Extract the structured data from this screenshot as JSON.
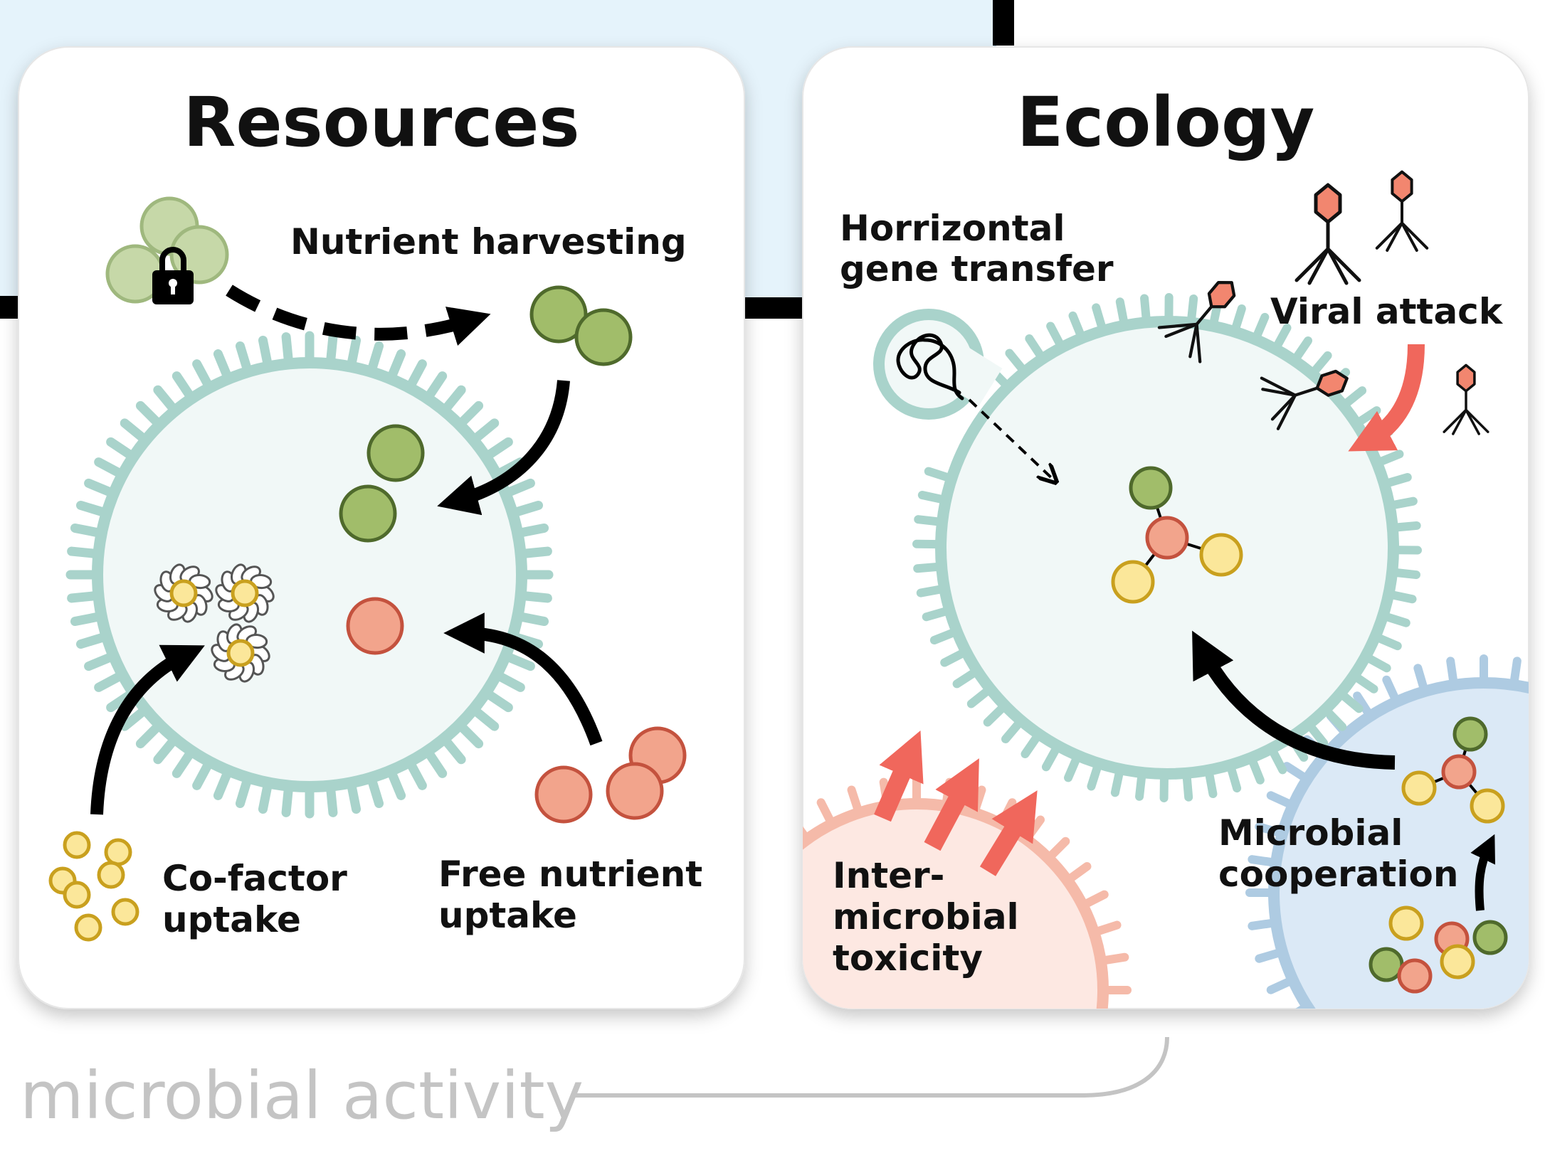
{
  "panels": {
    "resources": {
      "title": "Resources",
      "labels": {
        "nutrient_harvesting": "Nutrient harvesting",
        "cofactor": [
          "Co-factor",
          "uptake"
        ],
        "free_nutrient": [
          "Free nutrient",
          "uptake"
        ]
      }
    },
    "ecology": {
      "title": "Ecology",
      "labels": {
        "hgt": [
          "Horrizontal",
          "gene transfer"
        ],
        "viral": "Viral attack",
        "toxicity": [
          "Inter-",
          "microbial",
          "toxicity"
        ],
        "cooperation": [
          "Microbial",
          "cooperation"
        ]
      }
    }
  },
  "footer": {
    "label": "microbial activity"
  },
  "colors": {
    "cell_fill": "#f1f8f7",
    "cell_membrane": "#a9d3cb",
    "green": "#a1bd6a",
    "green_stroke": "#4f6a2c",
    "red": "#f2a48c",
    "red_stroke": "#c4523e",
    "yellow": "#fbe79a",
    "yellow_stroke": "#c9a01e",
    "viral_arrow": "#f0675c",
    "background_blue": "#e5f3fb",
    "blue_cell": "#dbe9f6",
    "blue_membrane": "#aecbe2",
    "pink_cell": "#fde8e2",
    "pink_membrane": "#f5baa9"
  },
  "icons": [
    "lock-icon",
    "phage-icon",
    "dna-icon",
    "filament-icon"
  ]
}
